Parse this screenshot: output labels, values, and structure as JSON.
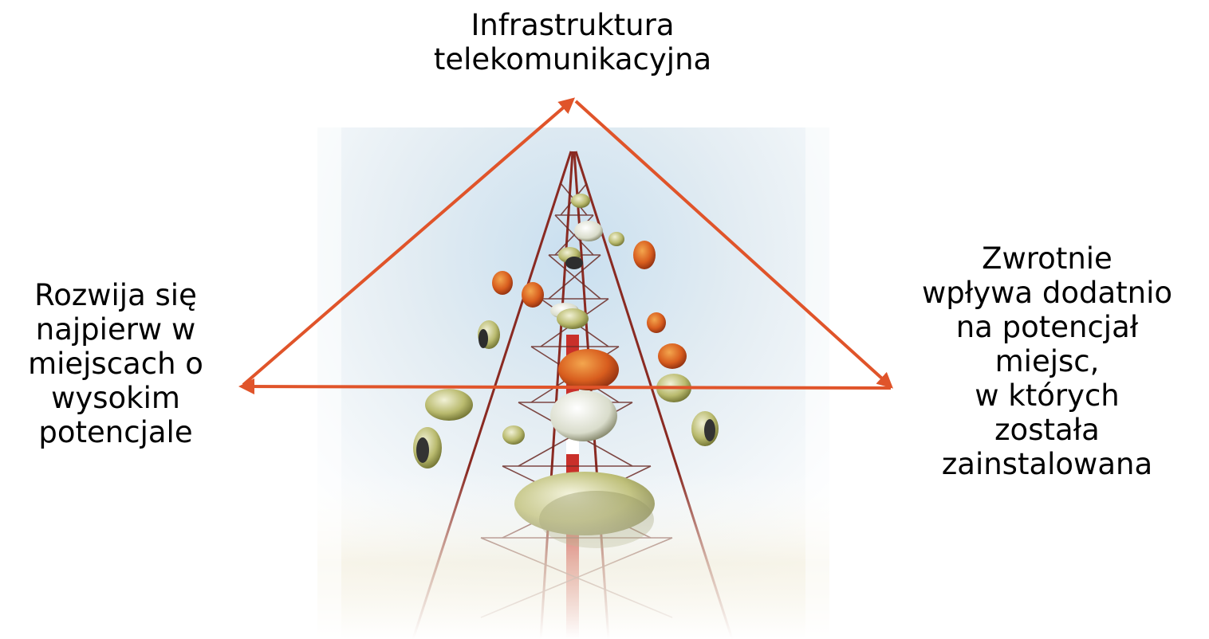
{
  "diagram": {
    "top_label": [
      "Infrastruktura",
      "telekomunikacyjna"
    ],
    "left_label": [
      "Rozwija się",
      "najpierw w",
      "miejscach o",
      "wysokim",
      "potencjale"
    ],
    "right_label": [
      "Zwrotnie",
      "wpływa dodatnio",
      "na potencjał",
      "miejsc,",
      "w których",
      "została",
      "zainstalowana"
    ]
  },
  "colors": {
    "arrow": "#e0542a",
    "text": "#000000",
    "sky": "#cfe1ef",
    "steel": "#b8322a"
  },
  "image": {
    "subject": "telecommunication-tower-photo"
  }
}
